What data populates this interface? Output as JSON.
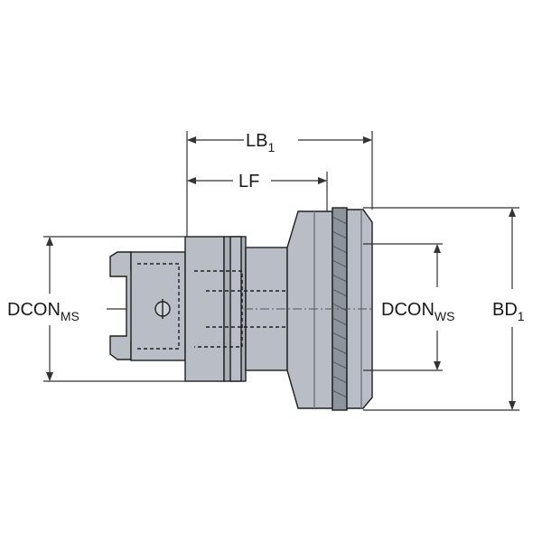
{
  "labels": {
    "lb1": {
      "main": "LB",
      "sub": "1"
    },
    "lf": {
      "main": "LF"
    },
    "dcon_ms": {
      "main": "DCON",
      "sub": "MS"
    },
    "dcon_ws": {
      "main": "DCON",
      "sub": "WS"
    },
    "bd1": {
      "main": "BD",
      "sub": "1"
    }
  },
  "colors": {
    "metal": "#b9bec6",
    "metal_dark": "#8e949c",
    "outline": "#1f1f1f",
    "line": "#333333"
  }
}
